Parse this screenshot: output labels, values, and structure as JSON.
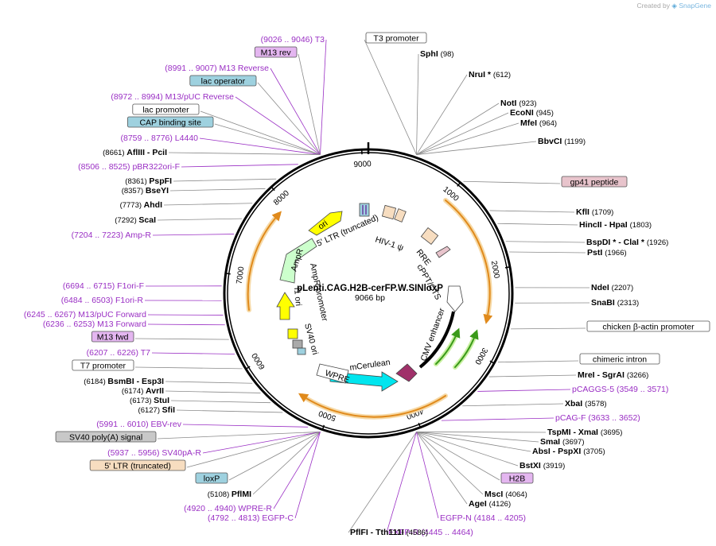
{
  "credit": {
    "created_by": "Created by",
    "brand": "SnapGene"
  },
  "plasmid": {
    "name": "pLenti.CAG.H2B-cerFP.W.SINloxP",
    "length": "9066 bp"
  },
  "ticks": [
    "1000",
    "2000",
    "3000",
    "4000",
    "5000",
    "6000",
    "7000",
    "8000",
    "9000"
  ],
  "features": [
    {
      "label": "5' LTR (truncated)",
      "color": "#f7ddc0"
    },
    {
      "label": "HIV-1 ψ",
      "color": "#f7ddc0"
    },
    {
      "label": "RRE",
      "color": "#f7ddc0"
    },
    {
      "label": "cPPT/CTS",
      "color": "#f7ddc0"
    },
    {
      "label": "CMV enhancer",
      "color": "#ffffff"
    },
    {
      "label": "mCerulean",
      "color": "#00e5ee"
    },
    {
      "label": "WPRE",
      "color": "#ffffff"
    },
    {
      "label": "SV40 ori",
      "color": "#ffff00"
    },
    {
      "label": "f1 ori",
      "color": "#ffff00"
    },
    {
      "label": "AmpR promoter",
      "color": "#ffffff"
    },
    {
      "label": "AmpR",
      "color": "#ccffcc"
    },
    {
      "label": "ori",
      "color": "#ffff00"
    }
  ],
  "left_labels": [
    {
      "pos": "(9026 .. 9046)",
      "name": "T3",
      "kind": "primer"
    },
    {
      "name": "M13 rev",
      "kind": "box",
      "fill": "#e4b6f0"
    },
    {
      "pos": "(8991 .. 9007)",
      "name": "M13 Reverse",
      "kind": "primer"
    },
    {
      "name": "lac operator",
      "kind": "box",
      "fill": "#9ed1df"
    },
    {
      "pos": "(8972 .. 8994)",
      "name": "M13/pUC Reverse",
      "kind": "primer"
    },
    {
      "name": "lac promoter",
      "kind": "box",
      "fill": "#ffffff"
    },
    {
      "name": "CAP binding site",
      "kind": "box",
      "fill": "#9ed1df"
    },
    {
      "pos": "(8759 .. 8776)",
      "name": "L4440",
      "kind": "primer"
    },
    {
      "pos": "(8661)",
      "name": "AflIII  - PciI",
      "kind": "enzyme"
    },
    {
      "pos": "(8506 .. 8525)",
      "name": "pBR322ori-F",
      "kind": "primer"
    },
    {
      "pos": "(8361)",
      "name": "PspFI",
      "kind": "enzyme"
    },
    {
      "pos": "(8357)",
      "name": "BseYI",
      "kind": "enzyme"
    },
    {
      "pos": "(7773)",
      "name": "AhdI",
      "kind": "enzyme"
    },
    {
      "pos": "(7292)",
      "name": "ScaI",
      "kind": "enzyme"
    },
    {
      "pos": "(7204 .. 7223)",
      "name": "Amp-R",
      "kind": "primer"
    },
    {
      "pos": "(6694 .. 6715)",
      "name": "F1ori-F",
      "kind": "primer"
    },
    {
      "pos": "(6484 .. 6503)",
      "name": "F1ori-R",
      "kind": "primer"
    },
    {
      "pos": "(6245 .. 6267)",
      "name": "M13/pUC Forward",
      "kind": "primer"
    },
    {
      "pos": "(6236 .. 6253)",
      "name": "M13 Forward",
      "kind": "primer"
    },
    {
      "name": "M13 fwd",
      "kind": "box",
      "fill": "#e4b6f0"
    },
    {
      "pos": "(6207 .. 6226)",
      "name": "T7",
      "kind": "primer"
    },
    {
      "name": "T7 promoter",
      "kind": "box",
      "fill": "#ffffff"
    },
    {
      "pos": "(6184)",
      "name": "BsmBI   - Esp3I",
      "kind": "enzyme"
    },
    {
      "pos": "(6174)",
      "name": "AvrII",
      "kind": "enzyme"
    },
    {
      "pos": "(6173)",
      "name": "StuI",
      "kind": "enzyme"
    },
    {
      "pos": "(6127)",
      "name": "SfiI",
      "kind": "enzyme"
    },
    {
      "pos": "(5991 .. 6010)",
      "name": "EBV-rev",
      "kind": "primer"
    },
    {
      "name": "SV40 poly(A) signal",
      "kind": "box",
      "fill": "#c8c8c8"
    },
    {
      "pos": "(5937 .. 5956)",
      "name": "SV40pA-R",
      "kind": "primer"
    },
    {
      "name": "5' LTR (truncated)",
      "kind": "box",
      "fill": "#f7ddc0"
    },
    {
      "name": "loxP",
      "kind": "box",
      "fill": "#9ed1df"
    },
    {
      "pos": "(5108)",
      "name": "PflMI",
      "kind": "enzyme"
    },
    {
      "pos": "(4920 .. 4940)",
      "name": "WPRE-R",
      "kind": "primer"
    },
    {
      "pos": "(4792 .. 4813)",
      "name": "EGFP-C",
      "kind": "primer"
    }
  ],
  "right_labels": [
    {
      "name": "T3 promoter",
      "kind": "box",
      "fill": "#ffffff"
    },
    {
      "name": "SphI",
      "pos": "(98)",
      "kind": "enzyme"
    },
    {
      "name": "NruI *",
      "pos": "(612)",
      "kind": "enzyme"
    },
    {
      "name": "NotI",
      "pos": "(923)",
      "kind": "enzyme"
    },
    {
      "name": "EcoNI",
      "pos": "(945)",
      "kind": "enzyme"
    },
    {
      "name": "MfeI",
      "pos": "(964)",
      "kind": "enzyme"
    },
    {
      "name": "BbvCI",
      "pos": "(1199)",
      "kind": "enzyme"
    },
    {
      "name": "gp41 peptide",
      "kind": "box",
      "fill": "#e8c4cc"
    },
    {
      "name": "KflI",
      "pos": "(1709)",
      "kind": "enzyme"
    },
    {
      "name": "HincII  - HpaI",
      "pos": "(1803)",
      "kind": "enzyme"
    },
    {
      "name": "BspDI *  - ClaI *",
      "pos": "(1926)",
      "kind": "enzyme"
    },
    {
      "name": "PstI",
      "pos": "(1966)",
      "kind": "enzyme"
    },
    {
      "name": "NdeI",
      "pos": "(2207)",
      "kind": "enzyme"
    },
    {
      "name": "SnaBI",
      "pos": "(2313)",
      "kind": "enzyme"
    },
    {
      "name": "chicken β-actin promoter",
      "kind": "box",
      "fill": "#ffffff"
    },
    {
      "name": "chimeric intron",
      "kind": "box",
      "fill": "#ffffff"
    },
    {
      "name": "MreI  - SgrAI",
      "pos": "(3266)",
      "kind": "enzyme"
    },
    {
      "name": "pCAGGS-5",
      "pos": "(3549 .. 3571)",
      "kind": "primer"
    },
    {
      "name": "XbaI",
      "pos": "(3578)",
      "kind": "enzyme"
    },
    {
      "name": "pCAG-F",
      "pos": "(3633 .. 3652)",
      "kind": "primer"
    },
    {
      "name": "TspMI  - XmaI",
      "pos": "(3695)",
      "kind": "enzyme"
    },
    {
      "name": "SmaI",
      "pos": "(3697)",
      "kind": "enzyme"
    },
    {
      "name": "AbsI  - PspXI",
      "pos": "(3705)",
      "kind": "enzyme"
    },
    {
      "name": "BstXI",
      "pos": "(3919)",
      "kind": "enzyme"
    },
    {
      "name": "H2B",
      "kind": "box",
      "fill": "#e4b6f0"
    },
    {
      "name": "MscI",
      "pos": "(4064)",
      "kind": "enzyme"
    },
    {
      "name": "AgeI",
      "pos": "(4126)",
      "kind": "enzyme"
    },
    {
      "name": "EGFP-N",
      "pos": "(4184 .. 4205)",
      "kind": "primer"
    },
    {
      "name": "EXFP-R",
      "pos": "(4445 .. 4464)",
      "kind": "primer"
    },
    {
      "name": "PflFI  - Tth111I",
      "pos": "(4586)",
      "kind": "enzyme"
    }
  ],
  "colors": {
    "primer": "#9a2fc4",
    "arrow": "#e8a33c",
    "line": "#8a8a8a"
  }
}
